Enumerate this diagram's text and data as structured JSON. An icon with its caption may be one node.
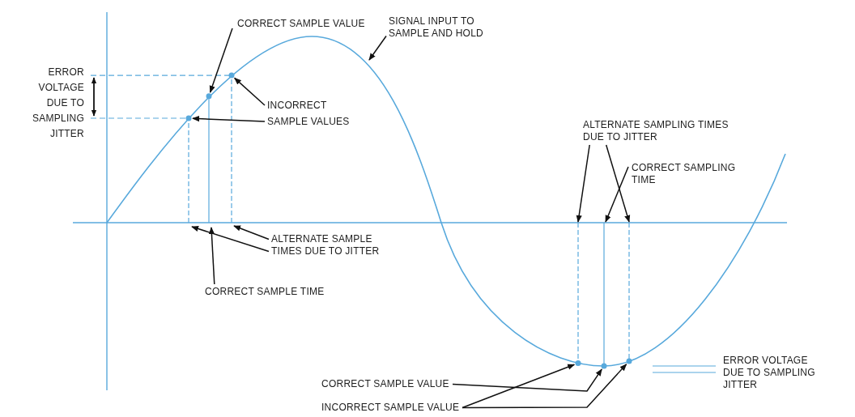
{
  "diagram": {
    "nodes": [
      {
        "text": [
          "ERROR VOLTAGE DUE TO SAMPLING JITTER"
        ]
      },
      {
        "text": [
          "CORRECT SAMPLE VALUE"
        ]
      },
      {
        "text": [
          "SIGNAL INPUT TO SAMPLE AND HOLD"
        ]
      },
      {
        "text": [
          "INCORRECT SAMPLE VALUES"
        ]
      },
      {
        "text": [
          "ALTERNATE SAMPLE TIMES DUE TO JITTER"
        ]
      },
      {
        "text": [
          "CORRECT SAMPLE TIME"
        ]
      },
      {
        "text": [
          "ALTERNATE SAMPLING TIMES DUE TO JITTER"
        ]
      },
      {
        "text": [
          "CORRECT SAMPLING TIME"
        ]
      },
      {
        "text": [
          "ERROR VOLTAGE DUE TO SAMPLING JITTER"
        ]
      },
      {
        "text": [
          "CORRECT SAMPLE VALUE"
        ]
      },
      {
        "text": [
          "INCORRECT SAMPLE VALUE"
        ]
      },
      {
        "text": [],
        "shape": "circle"
      },
      {
        "text": [],
        "shape": "circle"
      },
      {
        "text": [],
        "shape": "circle"
      },
      {
        "text": [],
        "shape": "circle"
      },
      {
        "text": [],
        "shape": "circle"
      },
      {
        "text": [],
        "shape": "circle"
      }
    ],
    "edges": [
      {
        "from": 1,
        "to": 12,
        "arrow": "to"
      },
      {
        "from": 2,
        "to": null,
        "arrow": "to"
      },
      {
        "from": 3,
        "to": 13,
        "arrow": "to"
      },
      {
        "from": 3,
        "to": 11,
        "arrow": "to"
      },
      {
        "from": 4,
        "to": null,
        "arrow": "to"
      },
      {
        "from": 4,
        "to": null,
        "arrow": "to"
      },
      {
        "from": 5,
        "to": null,
        "arrow": "to"
      },
      {
        "from": 6,
        "to": null,
        "arrow": "to"
      },
      {
        "from": 6,
        "to": null,
        "arrow": "to"
      },
      {
        "from": 7,
        "to": null,
        "arrow": "to"
      },
      {
        "from": 9,
        "to": 15,
        "arrow": "to"
      },
      {
        "from": 10,
        "to": 14,
        "arrow": "to"
      },
      {
        "from": 10,
        "to": 16,
        "arrow": "to"
      }
    ]
  }
}
